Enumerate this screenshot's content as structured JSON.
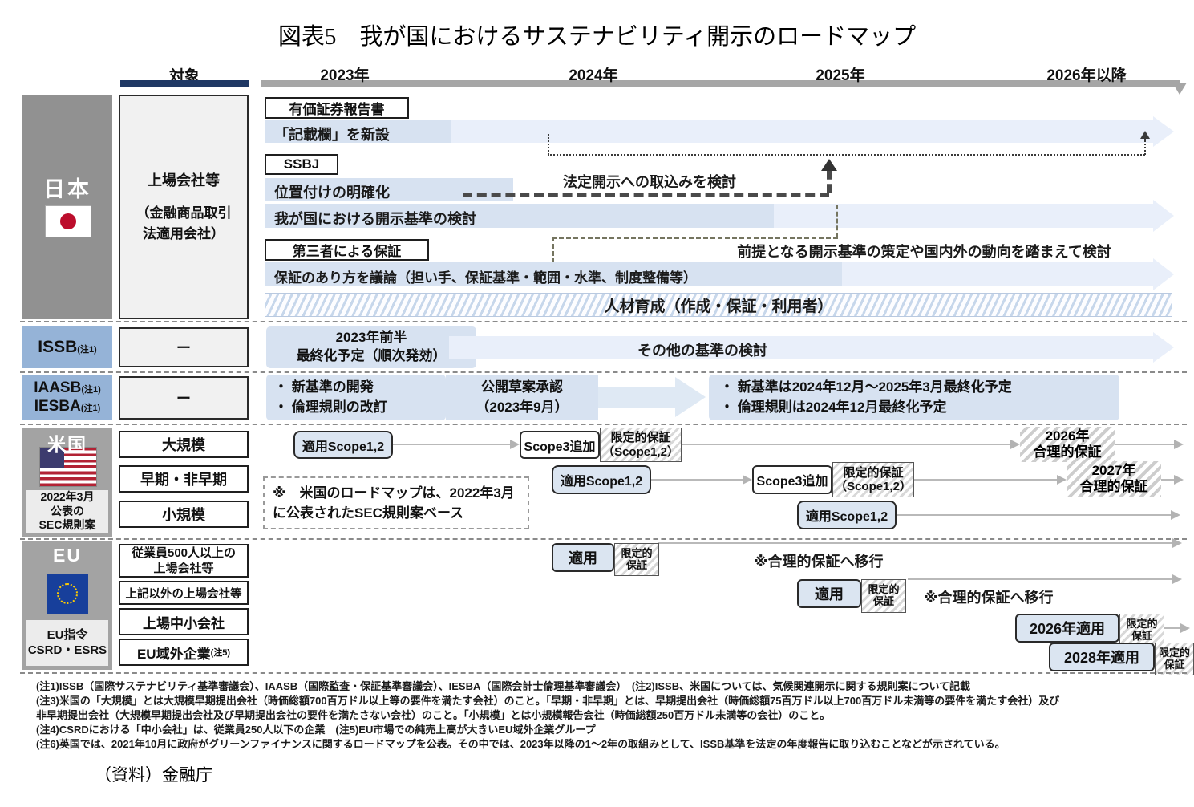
{
  "title": "図表5　我が国におけるサステナビリティ開示のロードマップ",
  "header": {
    "target": "対象",
    "years": [
      "2023年",
      "2024年",
      "2025年",
      "2026年以降"
    ]
  },
  "japan": {
    "name": "日本",
    "target_lines": [
      "上場会社等",
      "（金融商品取引",
      "法適用会社）"
    ],
    "yuho_label": "有価証券報告書",
    "kisairan_bar": "「記載欄」を新設",
    "ssbj_label": "SSBJ",
    "positioning_bar": "位置付けの明確化",
    "legal_incorporation_text": "法定開示への取込みを検討",
    "standards_bar": "我が国における開示基準の検討",
    "assurance_label": "第三者による保証",
    "premise_text": "前提となる開示基準の策定や国内外の動向を踏まえて検討",
    "assurance_bar": "保証のあり方を議論（担い手、保証基準・範囲・水準、制度整備等）",
    "hr_bar": "人材育成（作成・保証・利用者）"
  },
  "issb": {
    "name": "ISSB",
    "note": "(注1)",
    "target": "ー",
    "finalize_lines": [
      "2023年前半",
      "最終化予定（順次発効）"
    ],
    "other_bar": "その他の基準の検討"
  },
  "iaasb": {
    "names": [
      "IAASB",
      "IESBA"
    ],
    "note": "(注1)",
    "target": "ー",
    "dev_items": [
      "・ 新基準の開発",
      "・ 倫理規則の改訂"
    ],
    "draft_lines": [
      "公開草案承認",
      "（2023年9月）"
    ],
    "final_items": [
      "・ 新基準は2024年12月～2025年3月最終化予定",
      "・ 倫理規則は2024年12月最終化予定"
    ]
  },
  "us": {
    "name": "米国",
    "sub_lines": [
      "2022年3月",
      "公表の",
      "SEC規則案"
    ],
    "targets": [
      "大規模",
      "早期・非早期",
      "小規模"
    ],
    "apply_scope": "適用Scope1,2",
    "scope3": "Scope3追加",
    "limited_lines": [
      "限定的保証",
      "（Scope1,2）"
    ],
    "assure2026_lines": [
      "2026年",
      "合理的保証"
    ],
    "assure2027_lines": [
      "2027年",
      "合理的保証"
    ],
    "note_lines": [
      "※　米国のロードマップは、2022年3月",
      "に公表されたSEC規則案ベース"
    ]
  },
  "eu": {
    "name": "EU",
    "sub_lines": [
      "EU指令",
      "CSRD・ESRS"
    ],
    "target1_lines": [
      "従業員500人以上の",
      "上場会社等"
    ],
    "target2": "上記以外の上場会社等",
    "target3": "上場中小会社",
    "target4": "EU域外企業",
    "target4_note": "(注5)",
    "apply": "適用",
    "limited_lines": [
      "限定的",
      "保証"
    ],
    "shift_text": "※合理的保証へ移行",
    "apply2026": "2026年適用",
    "apply2028": "2028年適用"
  },
  "footnotes": [
    "(注1)ISSB（国際サステナビリティ基準審議会）、IAASB（国際監査・保証基準審議会）、IESBA（国際会計士倫理基準審議会）　(注2)ISSB、米国については、気候関連開示に関する規則案について記載",
    "(注3)米国の「大規模」とは大規模早期提出会社（時価総額700百万ドル以上等の要件を満たす会社）のこと。「早期・非早期」とは、早期提出会社（時価総額75百万ドル以上700百万ドル未満等の要件を満たす会社）及び",
    "非早期提出会社（大規模早期提出会社及び早期提出会社の要件を満たさない会社）のこと。「小規模」とは小規模報告会社（時価総額250百万ドル未満等の会社）のこと。",
    "(注4)CSRDにおける「中小会社」は、従業員250人以下の企業　(注5)EU市場での純売上高が大きいEU域外企業グループ",
    "(注6)英国では、2021年10月に政府がグリーンファイナンスに関するロードマップを公表。その中では、2023年以降の1～2年の取組みとして、ISSB基準を法定の年度報告に取り込むことなどが示されている。"
  ],
  "source": "（資料）金融庁",
  "colors": {
    "bar_light": "#e9effa",
    "bar": "#d7e2f1",
    "accent_blue": "#95b3d7",
    "header_underline": "#1f3864",
    "timeline_gray": "#a6a6a6"
  }
}
